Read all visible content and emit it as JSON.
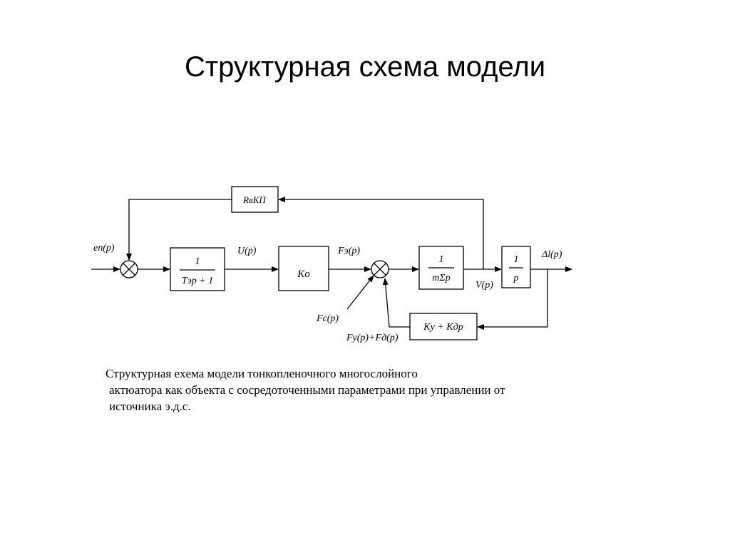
{
  "title": "Структурная схема модели",
  "diagram": {
    "input_label": "eп(p)",
    "blocks": {
      "feedback_top": "RвKП",
      "lag_numerator": "1",
      "lag_denominator": "Tэp + 1",
      "gain": "Ko",
      "mass_numerator": "1",
      "mass_denominator": "mΣp",
      "integrator_numerator": "1",
      "integrator_denominator": "p",
      "feedback_bottom": "Kу + Kдp"
    },
    "signals": {
      "u": "U(p)",
      "fe": "Fэ(p)",
      "fc": "Fc(p)",
      "fyd": "Fy(p)+Fд(p)",
      "v": "V(p)",
      "dl": "Δl(p)"
    }
  },
  "caption": [
    "Структурная exема модели тонкопленочного многослойного",
    "актюатора как объекта с сосредоточенными параметрами при управлении от",
    "источника э.д.с."
  ]
}
